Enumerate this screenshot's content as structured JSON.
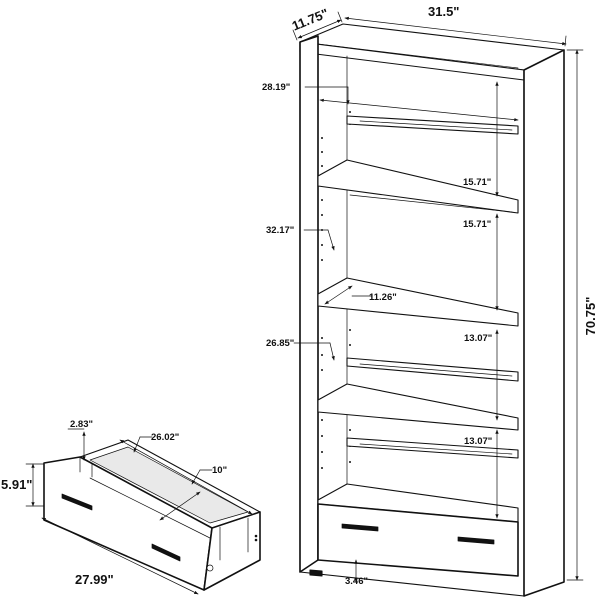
{
  "dimensions": {
    "bookcase_depth": "11.75\"",
    "bookcase_width": "31.5\"",
    "bookcase_height": "70.75\"",
    "inner_width": "28.19\"",
    "top_shelf_gap": "15.71\"",
    "second_shelf_gap": "15.71\"",
    "upper_section_height": "32.17\"",
    "shelf_depth": "11.26\"",
    "middle_section_height": "26.85\"",
    "third_shelf_gap": "13.07\"",
    "fourth_shelf_gap": "13.07\"",
    "foot_height": "3.46\"",
    "drawer_side_thickness": "2.83\"",
    "drawer_inner_width": "26.02\"",
    "drawer_inner_depth": "10\"",
    "drawer_height": "5.91\"",
    "drawer_width": "27.99\""
  }
}
